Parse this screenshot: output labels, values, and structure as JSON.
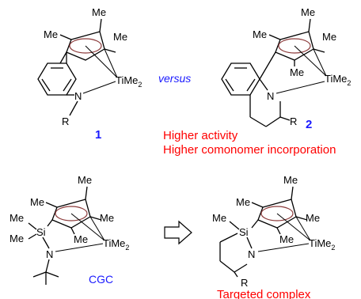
{
  "labels": {
    "me": "Me",
    "ti": "TiMe",
    "ti_sub": "2",
    "n": "N",
    "r": "R",
    "si": "Si",
    "versus": "versus",
    "compound1": "1",
    "compound2": "2",
    "cgc": "CGC",
    "higher_activity": "Higher activity",
    "higher_comonomer": "Higher comonomer incorporation",
    "targeted": "Targeted complex"
  },
  "colors": {
    "blue": "#1a1aff",
    "red": "#ff0000",
    "ring_ellipse": "#8b3a3a"
  },
  "icons": {
    "arrow": "hollow-right-arrow"
  }
}
